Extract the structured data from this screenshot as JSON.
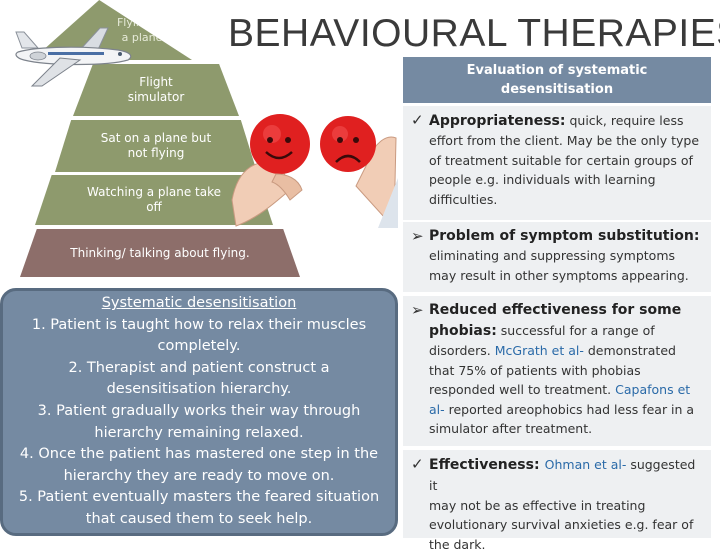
{
  "title": "BEHAVIOURAL THERAPIES",
  "hierarchy": {
    "tier1": "Flying on a plane",
    "tier2": "Flight simulator",
    "tier3": "Sat on a plane but not flying",
    "tier4": "Watching a plane take off",
    "tier5": "Thinking/ talking about flying."
  },
  "systematic": {
    "heading": "Systematic desensitisation",
    "steps": [
      "1.  Patient is taught how to relax their muscles completely.",
      "2.  Therapist and patient construct a desensitisation hierarchy.",
      "3.  Patient gradually works their way through hierarchy remaining relaxed.",
      "4.  Once the patient has mastered one step in the hierarchy they are ready to move on.",
      "5.  Patient eventually masters the feared situation that caused them to seek help."
    ]
  },
  "evaluation": {
    "heading": "Evaluation of systematic desensitisation",
    "appropriateness": {
      "bullet": "✓",
      "lead": "Appropriateness:",
      "text_a": " quick, require less",
      "text_b": "effort from the client. May be the only type of treatment suitable for certain groups of people e.g. individuals with learning difficulties."
    },
    "substitution": {
      "bullet": "➢",
      "lead": "Problem of symptom substitution:",
      "text": "eliminating and suppressing symptoms may result in other symptoms appearing."
    },
    "reduced": {
      "bullet": "➢",
      "lead_a": "Reduced effectiveness for some",
      "lead_b": "phobias:",
      "text_a": " successful for a range of",
      "text_b": "disorders. ",
      "cite1": "McGrath et al-",
      "text_c": " demonstrated that 75% of patients with phobias responded well to treatment. ",
      "cite2": "Capafons et al-",
      "text_d": " reported areophobics had less fear in a simulator after treatment."
    },
    "effectiveness": {
      "bullet": "✓",
      "lead": "Effectiveness:",
      "cite": "Ohman et al-",
      "text_a": " suggested it",
      "text_b": "may not be as effective in treating evolutionary survival anxieties e.g. fear of the dark."
    }
  },
  "colors": {
    "hierarchy_green": "#8e9a6d",
    "hierarchy_brown": "#8d6e6a",
    "box_blue": "#758aa2",
    "cite_blue": "#2a6aa8"
  },
  "icons": [
    "airplane-image",
    "stress-balls-image"
  ]
}
